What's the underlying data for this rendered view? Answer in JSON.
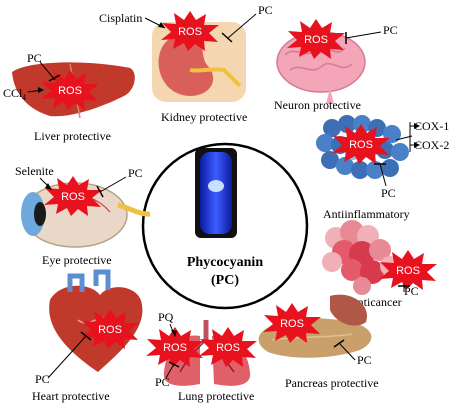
{
  "center": {
    "name": "Phycocyanin",
    "abbr": "(PC)"
  },
  "ros_label": "ROS",
  "pc_label": "PC",
  "organs": {
    "kidney": {
      "caption": "Kidney protective",
      "agent": "Cisplatin"
    },
    "neuron": {
      "caption": "Neuron protective"
    },
    "liver": {
      "caption": "Liver protective",
      "agent_main": "CCl",
      "agent_sub": "4"
    },
    "antiinflammatory": {
      "caption": "Antiinflammatory",
      "targets": [
        "COX-1",
        "COX-2"
      ]
    },
    "eye": {
      "caption": "Eye protective",
      "agent": "Selenite"
    },
    "anticancer": {
      "caption": "Anticancer"
    },
    "heart": {
      "caption": "Heart protective"
    },
    "lung": {
      "caption": "Lung protective",
      "agent": "PQ"
    },
    "pancreas": {
      "caption": "Pancreas protective"
    }
  },
  "colors": {
    "ros_burst": "#e8121e",
    "ros_text": "#ffffff",
    "vial_blue": "#1a2fd0",
    "liver": "#c0392b",
    "brain": "#f3a6b8",
    "kidney": "#d9605a",
    "lung": "#e0606a",
    "heart": "#c0392b",
    "eye": "#e9d8c8",
    "cancer": "#e35b6a",
    "protein": "#3d6fb6",
    "pancreas": "#c9a06a"
  }
}
